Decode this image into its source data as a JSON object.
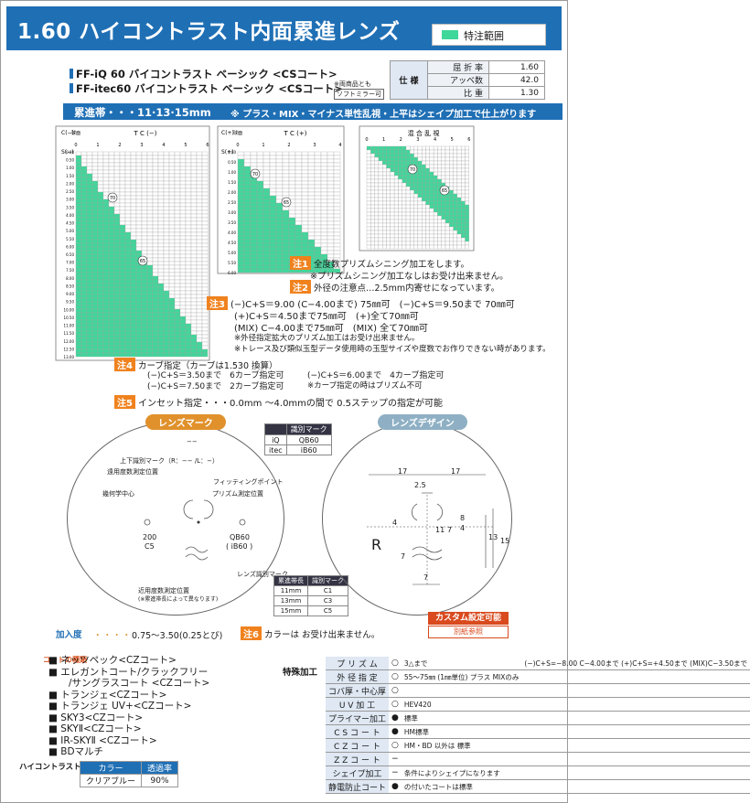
{
  "title": "1.60 ハイコントラスト内面累進レンズ",
  "legend": "特注範囲",
  "products": [
    "FF-iQ 60 バイコントラスト ベーシック <CSコート>",
    "FF-itec60 バイコントラスト ベーシック <CSコート>"
  ],
  "products_note": "※両商品とも",
  "soft_mirror": "ソフトミラー可",
  "specs": {
    "label": "仕 様",
    "rows": [
      [
        "屈 折 率",
        "1.60"
      ],
      [
        "アッベ数",
        "42.0"
      ],
      [
        "比 重",
        "1.30"
      ]
    ]
  },
  "bar_left": "累進帯・・・11·13·15mm",
  "bar_right": "※ プラス・MIX・マイナス単性乱視・上平はシェイプ加工で仕上がります",
  "charts": [
    {
      "title": "T C (−)",
      "c_label": "C(−)",
      "s_label": "S(−)",
      "mark1": "70",
      "mark2": "65",
      "x_ticks": [
        "0",
        "1",
        "2",
        "3",
        "4",
        "5",
        "6"
      ],
      "y_ticks": [
        "0.00",
        "0.50",
        "1.00",
        "1.50",
        "2.00",
        "2.50",
        "3.00",
        "3.50",
        "4.00",
        "4.50",
        "5.00",
        "5.50",
        "6.00",
        "6.50",
        "7.00",
        "7.50",
        "8.00",
        "8.50",
        "9.00",
        "9.50",
        "10.00",
        "10.50",
        "11.00",
        "11.50",
        "12.00",
        "12.50",
        "13.00"
      ]
    },
    {
      "title": "T C (+)",
      "c_label": "C(+)",
      "s_label": "S(+)",
      "mark1": "70",
      "mark2": "65",
      "x_ticks": [
        "0",
        "1",
        "2",
        "3",
        "4"
      ],
      "y_ticks": [
        "0.00",
        "0.50",
        "1.00",
        "1.50",
        "2.00",
        "2.50",
        "3.00",
        "3.50",
        "4.00",
        "4.50",
        "5.00",
        "5.50",
        "6.00"
      ]
    },
    {
      "title": "混 合 乱 視",
      "mark1": "70",
      "mark2": "65",
      "x_ticks": [
        "0",
        "1",
        "2",
        "3",
        "4",
        "5",
        "6"
      ]
    }
  ],
  "chart_col_label": "球面",
  "notes": {
    "n1": "注1",
    "t1": "全度数プリズムシニング加工をします。",
    "t1b": "※プリズムシニング加工なしはお受け出来ません。",
    "n2": "注2",
    "t2": "外径の注意点…2.5mm内寄せになっています。",
    "n3": "注3",
    "t3a": "(−)C+S＝9.00 (C−4.00まで) 75㎜可　(−)C+S＝9.50まで 70㎜可",
    "t3b": "(+)C+S＝4.50まで75㎜可　(+)全て70㎜可",
    "t3c": "(MIX) C−4.00まで75㎜可　(MIX) 全て70㎜可",
    "t3d": "※外径指定拡大のプリズム加工はお受け出来ません。",
    "t3e": "※トレース及び類似玉型データ使用時の玉型サイズや度数でお作りできない時があります。",
    "n4": "注4",
    "t4": "カーブ指定（カーブは1.530 換算）",
    "t4a": "(−)C+S＝3.50まで　6カーブ指定可",
    "t4b": "(−)C+S＝6.00まで　4カーブ指定可",
    "t4c": "(−)C+S＝7.50まで　2カーブ指定可",
    "t4d": "※カーブ指定の時はプリズム不可",
    "n5": "注5",
    "t5": "インセット指定・・・0.0mm ～4.0mmの間で 0.5ステップの指定が可能",
    "n6": "注6",
    "t6": "カラーは お受け出来ません。"
  },
  "lens_mark": {
    "pill": "レンズマーク",
    "top": "上下識別マーク（R：−− /L：−）",
    "far": "遠用度数測定位置",
    "fit": "フィッティングポイント",
    "geo": "幾何学中心",
    "prism": "プリズム測定位置",
    "left_code": "200",
    "left_code2": "C5",
    "right_code": "QB60",
    "right_code2": "( iB60 )",
    "id": "レンズ識別マーク",
    "near": "近用度数測定位置",
    "near2": "(※累進帯長によって異なります)",
    "dash": "−−"
  },
  "mark_table": {
    "header": [
      "",
      "識別マーク"
    ],
    "rows": [
      [
        "iQ",
        "QB60"
      ],
      [
        "itec",
        "iB60"
      ]
    ]
  },
  "band_table": {
    "header": [
      "累進帯長",
      "識別マーク"
    ],
    "rows": [
      [
        "11mm",
        "C1"
      ],
      [
        "13mm",
        "C3"
      ],
      [
        "15mm",
        "C5"
      ]
    ]
  },
  "lens_design": {
    "pill": "レンズデザイン",
    "d1": "17",
    "d2": "17",
    "d3": "2.5",
    "d4": "4",
    "d5": "11",
    "d6": "7",
    "d7": "8",
    "d8": "4",
    "d9": "13",
    "d10": "15",
    "d11": "7",
    "d12": "7",
    "r": "R",
    "custom": "カスタム設定可能",
    "ref": "別紙参照"
  },
  "add_label": "加入度",
  "add_value": "0.75～3.50(0.25とび)",
  "coating_label": "コートの種類",
  "coatings": [
    "ネッツペック<CZコート>",
    "エレガントコート/クラックフリー",
    "/サングラスコート <CZコート>",
    "トランジェ<CZコート>",
    "トランジェ UV+<CZコート>",
    "SKY3<CZコート>",
    "SKYⅡ<CZコート>",
    "IR-SKYⅡ <CZコート>",
    "BDマルチ"
  ],
  "hc_label": "ハイコントラスト",
  "hc_table": {
    "header": [
      "カラー",
      "透過率"
    ],
    "row": [
      "クリアブルー",
      "90%"
    ]
  },
  "special_label": "特殊加工",
  "special": [
    [
      "プ リ ズ ム",
      "○",
      "3△まで",
      "(−)C+S=−8.00 C−4.00まで (+)C+S=+4.50まで (MIX)C−3.50まで"
    ],
    [
      "外 径 指 定",
      "○",
      "55～75㎜ (1㎜単位) プラス MIXのみ",
      ""
    ],
    [
      "コバ厚・中心厚",
      "○",
      "",
      ""
    ],
    [
      "U V 加 工",
      "○",
      "HEV420",
      ""
    ],
    [
      "プライマー加工",
      "●",
      "標準",
      ""
    ],
    [
      "C S コ ー ト",
      "●",
      "HM標準",
      ""
    ],
    [
      "C Z コ ー ト",
      "○",
      "HM・BD 以外は 標準",
      ""
    ],
    [
      "Z Z コ ー ト",
      "−",
      "",
      ""
    ],
    [
      "シェイプ加工",
      "−",
      "条件によりシェイプになります",
      ""
    ],
    [
      "静電防止コート",
      "●",
      "の付いたコートは標準",
      ""
    ]
  ]
}
